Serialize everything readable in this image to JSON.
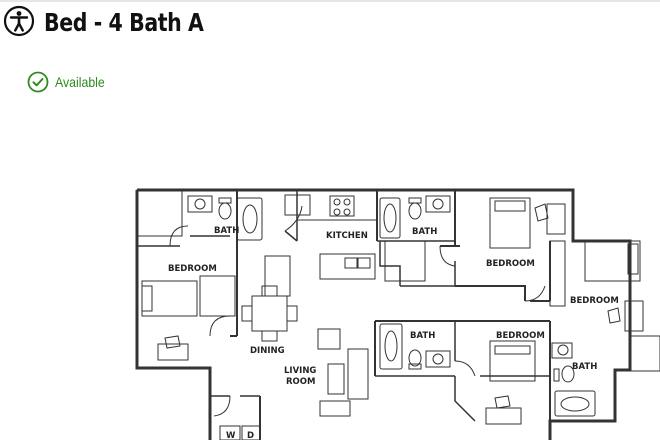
{
  "header": {
    "title": "Bed - 4 Bath A",
    "accessibility_icon": "accessibility-person-icon"
  },
  "status": {
    "label": "Available",
    "icon": "check-circle-icon",
    "color": "#2f8a1f"
  },
  "floorplan": {
    "rooms": {
      "bath_top_left": "BATH",
      "kitchen": "KITCHEN",
      "bath_top_mid": "BATH",
      "bedroom_left": "BEDROOM",
      "bedroom_top_mid": "BEDROOM",
      "bedroom_right": "BEDROOM",
      "bath_center": "BATH",
      "bedroom_center": "BEDROOM",
      "dining": "DINING",
      "living_room_line1": "LIVING",
      "living_room_line2": "ROOM",
      "bath_right": "BATH",
      "washer": "W",
      "dryer": "D"
    }
  }
}
